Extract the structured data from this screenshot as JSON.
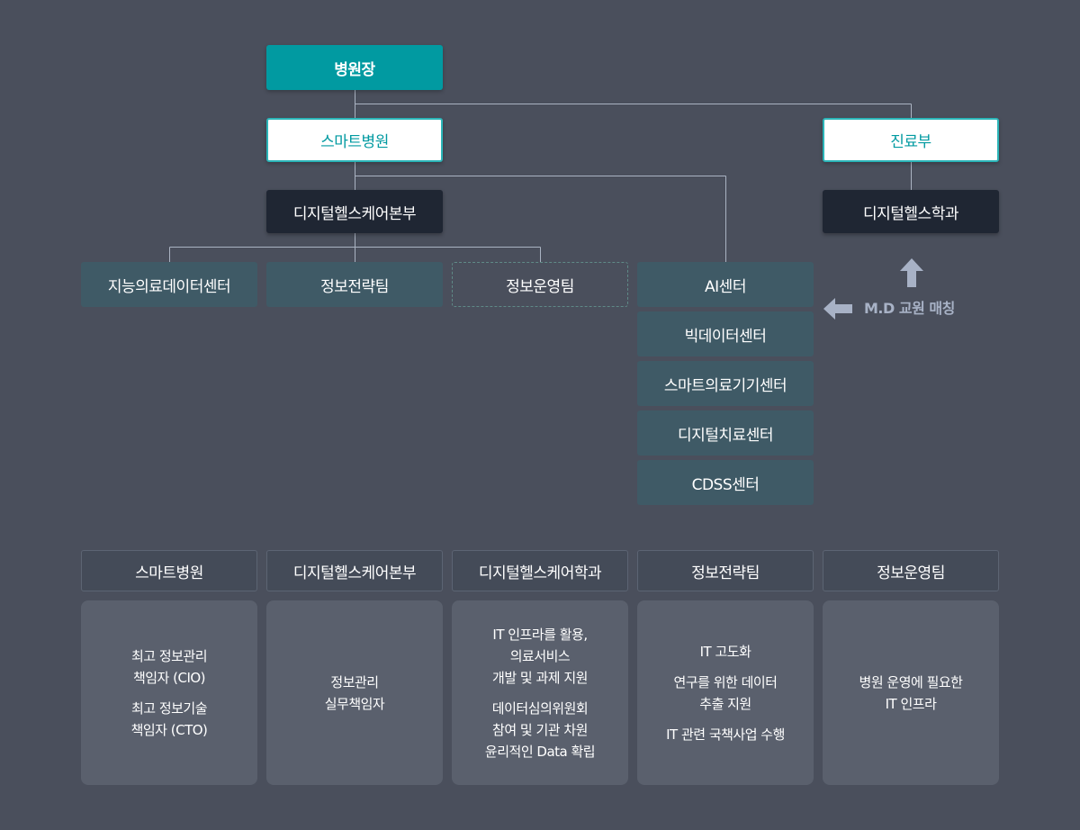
{
  "org": {
    "director": "병원장",
    "smart_hospital": "스마트병원",
    "clinical": "진료부",
    "dhc_hq": "디지털헬스케어본부",
    "dh_dept": "디지털헬스학과",
    "teams": [
      "지능의료데이터센터",
      "정보전략팀",
      "정보운영팀"
    ],
    "ai_center": "AI센터",
    "ai_sub": [
      "빅데이터센터",
      "스마트의료기기센터",
      "디지털치료센터",
      "CDSS센터"
    ],
    "md_match": "M.D 교원 매칭"
  },
  "roles": [
    {
      "header": "스마트병원",
      "paragraphs": [
        [
          "최고 정보관리",
          "책임자 (CIO)"
        ],
        [
          "최고 정보기술",
          "책임자 (CTO)"
        ]
      ]
    },
    {
      "header": "디지털헬스케어본부",
      "paragraphs": [
        [
          "정보관리",
          "실무책임자"
        ]
      ]
    },
    {
      "header": "디지털헬스케어학과",
      "paragraphs": [
        [
          "IT 인프라를 활용,",
          "의료서비스",
          "개발 및 과제 지원"
        ],
        [
          "데이터심의위원회",
          "참여 및 기관 차원",
          "윤리적인 Data 확립"
        ]
      ]
    },
    {
      "header": "정보전략팀",
      "paragraphs": [
        [
          "IT 고도화"
        ],
        [
          "연구를 위한 데이터",
          "추출 지원"
        ],
        [
          "IT 관련 국책사업 수행"
        ]
      ]
    },
    {
      "header": "정보운영팀",
      "paragraphs": [
        [
          "병원 운영에 필요한",
          "IT 인프라"
        ]
      ]
    }
  ]
}
